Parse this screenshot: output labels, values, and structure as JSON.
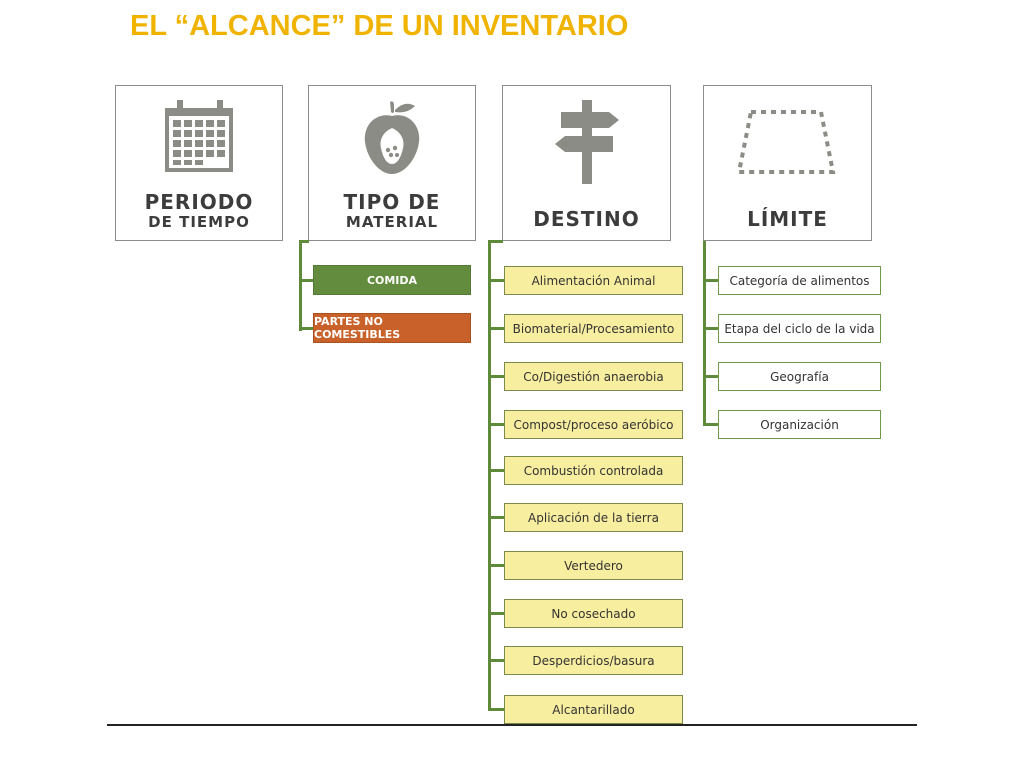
{
  "title": "EL “ALCANCE” DE UN INVENTARIO",
  "categories": {
    "periodo": {
      "line1": "PERIODO",
      "line2": "DE TIEMPO"
    },
    "tipo": {
      "line1": "TIPO DE",
      "line2": "MATERIAL"
    },
    "destino": {
      "line1": "DESTINO"
    },
    "limite": {
      "line1": "LÍMITE"
    }
  },
  "material": [
    "COMIDA",
    "PARTES NO COMESTIBLES"
  ],
  "destinos": [
    "Alimentación Animal",
    "Biomaterial/Procesamiento",
    "Co/Digestión anaerobia",
    "Compost/proceso aeróbico",
    "Combustión controlada",
    "Aplicación de la tierra",
    "Vertedero",
    "No cosechado",
    "Desperdicios/basura",
    "Alcantarillado"
  ],
  "limites": [
    "Categoría de alimentos",
    "Etapa del ciclo de la vida",
    "Geografía",
    "Organización"
  ],
  "colors": {
    "title": "#f0b400",
    "connector": "#5f8a3a",
    "material_food": "#648c3e",
    "material_inedible": "#c8622a",
    "destination_fill": "#f8eea0",
    "icon": "#8c8c86"
  }
}
